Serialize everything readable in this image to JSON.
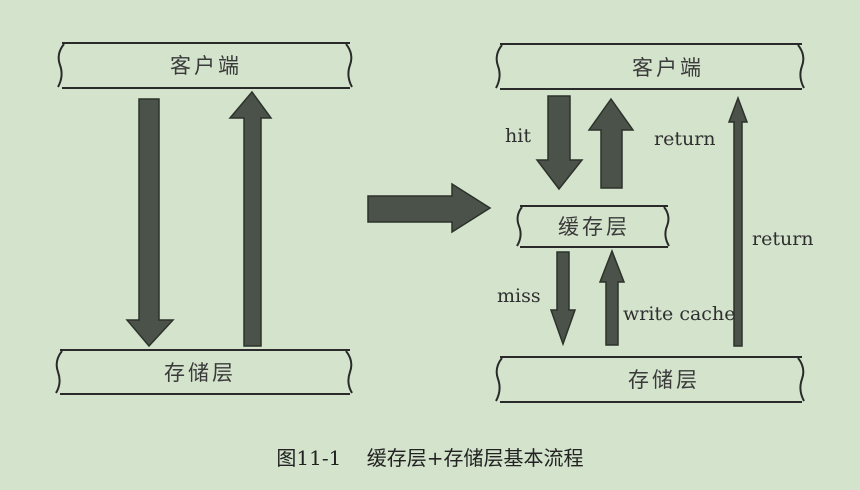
{
  "left": {
    "client_label": "客户端",
    "storage_label": "存储层"
  },
  "right": {
    "client_label": "客户端",
    "cache_label": "缓存层",
    "storage_label": "存储层",
    "hit_label": "hit",
    "return_label_top": "return",
    "miss_label": "miss",
    "write_cache_label": "write cache",
    "return_label_side": "return"
  },
  "caption": {
    "number": "图11-1",
    "text": "缓存层+存储层基本流程"
  },
  "colors": {
    "background": "#d4e3cc",
    "arrow_fill": "#4b5249",
    "arrow_stroke": "#2d322b",
    "box_stroke": "#2a2a2a"
  }
}
